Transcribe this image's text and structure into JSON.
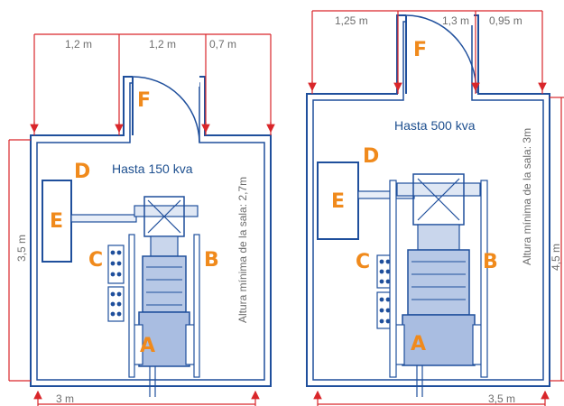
{
  "left_plan": {
    "title": "Hasta 150 kva",
    "min_height": "Altura mínima de la sala: 2,7m",
    "dim_top": [
      "1,2 m",
      "1,2 m",
      "0,7 m"
    ],
    "dim_side": "3,5 m",
    "dim_bottom": "3 m",
    "labels": {
      "a": "A",
      "b": "B",
      "c": "C",
      "d": "D",
      "e": "E",
      "f": "F"
    }
  },
  "right_plan": {
    "title": "Hasta 500 kva",
    "min_height": "Altura mínima de la sala: 3m",
    "dim_top": [
      "1,25 m",
      "1,3 m",
      "0,95 m"
    ],
    "dim_side": "4,5 m",
    "dim_bottom": "3,5 m",
    "labels": {
      "a": "A",
      "b": "B",
      "c": "C",
      "d": "D",
      "e": "E",
      "f": "F"
    }
  },
  "colors": {
    "wall": "#1f4f9c",
    "dimension": "#d9262a",
    "label": "#f08a1c",
    "title": "#1d4f8f"
  }
}
